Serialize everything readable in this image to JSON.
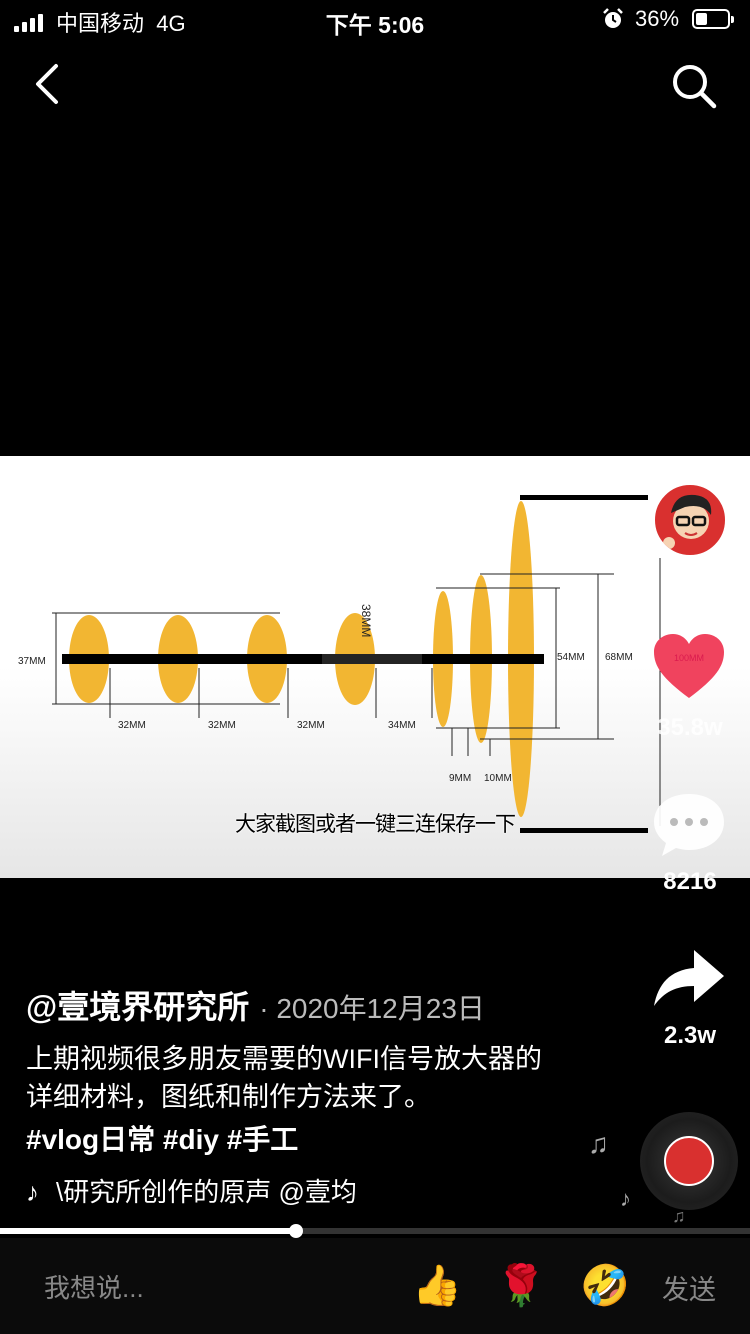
{
  "status_bar": {
    "carrier": "中国移动",
    "network": "4G",
    "time": "下午 5:06",
    "battery_pct": "36%",
    "battery_level": 0.36
  },
  "video": {
    "diagram": {
      "left_height": "37MM",
      "mid_height": "38MM",
      "gaps": [
        "32MM",
        "32MM",
        "32MM",
        "34MM"
      ],
      "small_gaps": [
        "9MM",
        "10MM"
      ],
      "right_heights": [
        "54MM",
        "68MM"
      ],
      "watermark": "100MM",
      "ellipse_color": "#F2B632"
    },
    "subtitle": "大家截图或者一键三连保存一下"
  },
  "actions": {
    "likes": "35.8w",
    "comments": "8216",
    "shares": "2.3w",
    "like_color": "#F0435E"
  },
  "post": {
    "author": "@壹境界研究所",
    "date": "· 2020年12月23日",
    "description": "上期视频很多朋友需要的WIFI信号放大器的详细材料，图纸和制作方法来了。",
    "tags": "#vlog日常 #diy #手工",
    "music": "\\研究所创作的原声    @壹均"
  },
  "progress": 0.395,
  "bottom_bar": {
    "input_placeholder": "我想说...",
    "emoji_1": "👍",
    "emoji_2": "🌹",
    "emoji_3": "🤣",
    "send_label": "发送"
  }
}
